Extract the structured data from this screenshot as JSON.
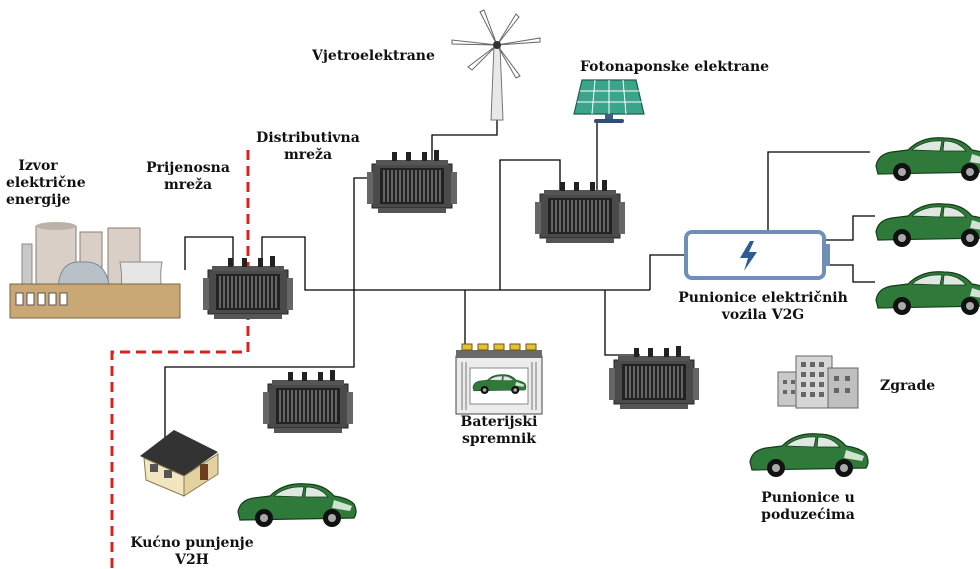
{
  "labels": {
    "source": [
      "Izvor",
      "električne",
      "energije"
    ],
    "transmission": [
      "Prijenosna",
      "mreža"
    ],
    "distribution": [
      "Distributivna",
      "mreža"
    ],
    "wind": "Vjetroelektrane",
    "solar": "Fotonaponske elektrane",
    "v2g": [
      "Punionice električnih",
      "vozila V2G"
    ],
    "battery": [
      "Baterijski",
      "spremnik"
    ],
    "buildings": "Zgrade",
    "company": [
      "Punionice u",
      "poduzećima"
    ],
    "home": [
      "Kućno punjenje",
      "V2H"
    ]
  },
  "colors": {
    "line": "#000000",
    "boundary": "#e02020",
    "car": "#2f7a3a",
    "transformer": "#2a2a2a",
    "battery_outline": "#6f8fb8",
    "battery_bolt": "#2f5b94",
    "solar_panel": "#3aa58a"
  }
}
